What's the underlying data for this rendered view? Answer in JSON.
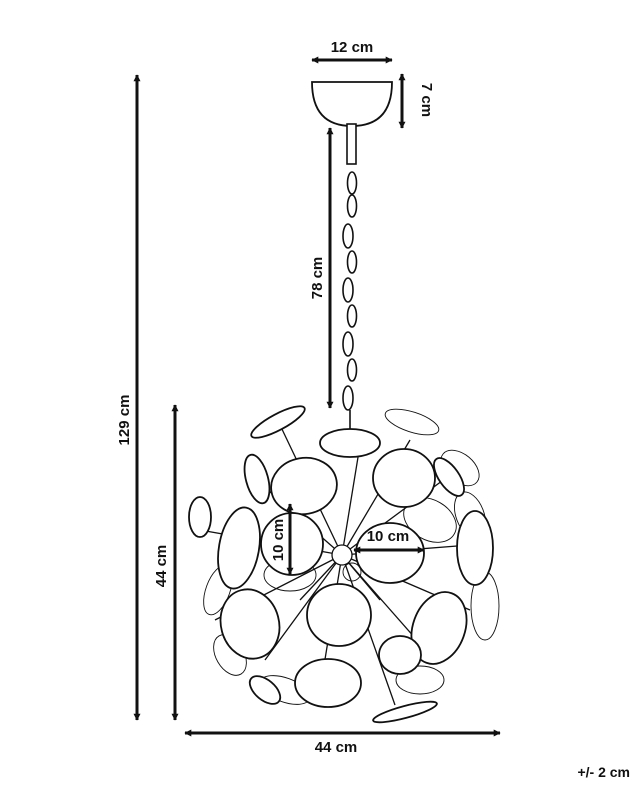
{
  "colors": {
    "ink": "#111111",
    "paper": "#ffffff"
  },
  "dimensions": {
    "canopy_width": "12 cm",
    "canopy_height": "7 cm",
    "chain_length": "78 cm",
    "total_height": "129 cm",
    "sphere_height": "44 cm",
    "sphere_width": "44 cm",
    "disc_height": "10 cm",
    "disc_width": "10 cm"
  },
  "tolerance": "+/- 2 cm"
}
